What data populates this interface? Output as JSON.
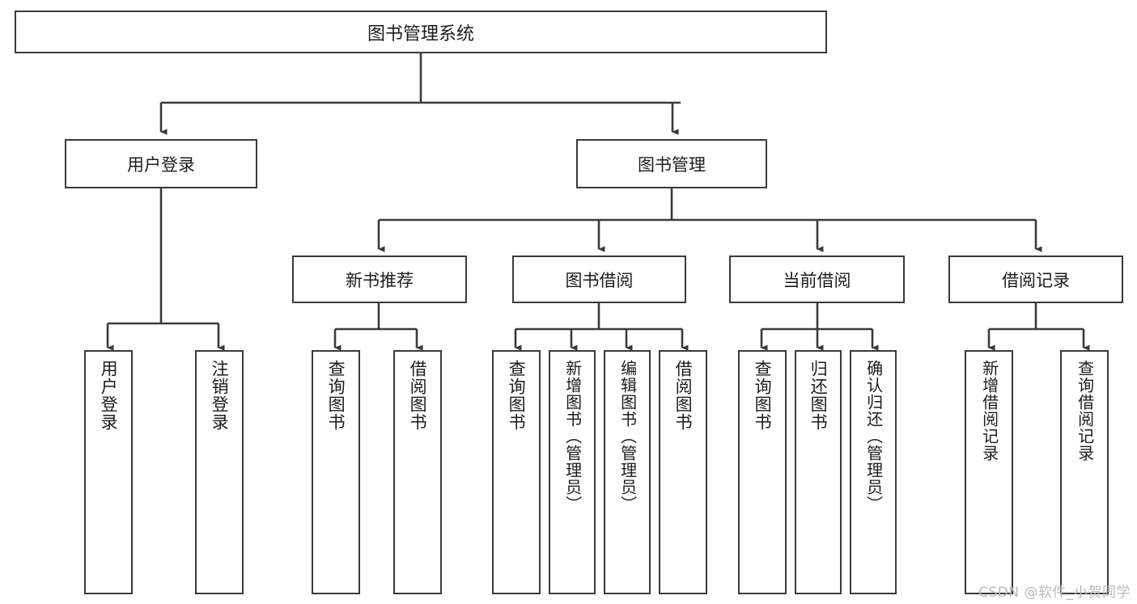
{
  "diagram": {
    "type": "tree",
    "title": "图书管理系统",
    "watermark": "CSDN @软件_小贺同学",
    "root": {
      "label": "图书管理系统"
    },
    "level1": [
      {
        "label": "用户登录"
      },
      {
        "label": "图书管理"
      }
    ],
    "level2": [
      {
        "label": "新书推荐",
        "parent": "图书管理"
      },
      {
        "label": "图书借阅",
        "parent": "图书管理"
      },
      {
        "label": "当前借阅",
        "parent": "图书管理"
      },
      {
        "label": "借阅记录",
        "parent": "图书管理"
      }
    ],
    "leaves": [
      {
        "label": "用户登录",
        "parent": "用户登录"
      },
      {
        "label": "注销登录",
        "parent": "用户登录"
      },
      {
        "label": "查询图书",
        "parent": "新书推荐"
      },
      {
        "label": "借阅图书",
        "parent": "新书推荐"
      },
      {
        "label": "查询图书",
        "parent": "图书借阅"
      },
      {
        "label": "新增图书（管理员）",
        "parent": "图书借阅"
      },
      {
        "label": "编辑图书（管理员）",
        "parent": "图书借阅"
      },
      {
        "label": "借阅图书",
        "parent": "图书借阅"
      },
      {
        "label": "查询图书",
        "parent": "当前借阅"
      },
      {
        "label": "归还图书",
        "parent": "当前借阅"
      },
      {
        "label": "确认归还（管理员）",
        "parent": "当前借阅"
      },
      {
        "label": "新增借阅记录",
        "parent": "借阅记录"
      },
      {
        "label": "查询借阅记录",
        "parent": "借阅记录"
      }
    ],
    "colors": {
      "border": "#3a3a3a",
      "background": "#ffffff",
      "text": "#1c1c1c",
      "watermark": "#b9b9b9"
    }
  }
}
